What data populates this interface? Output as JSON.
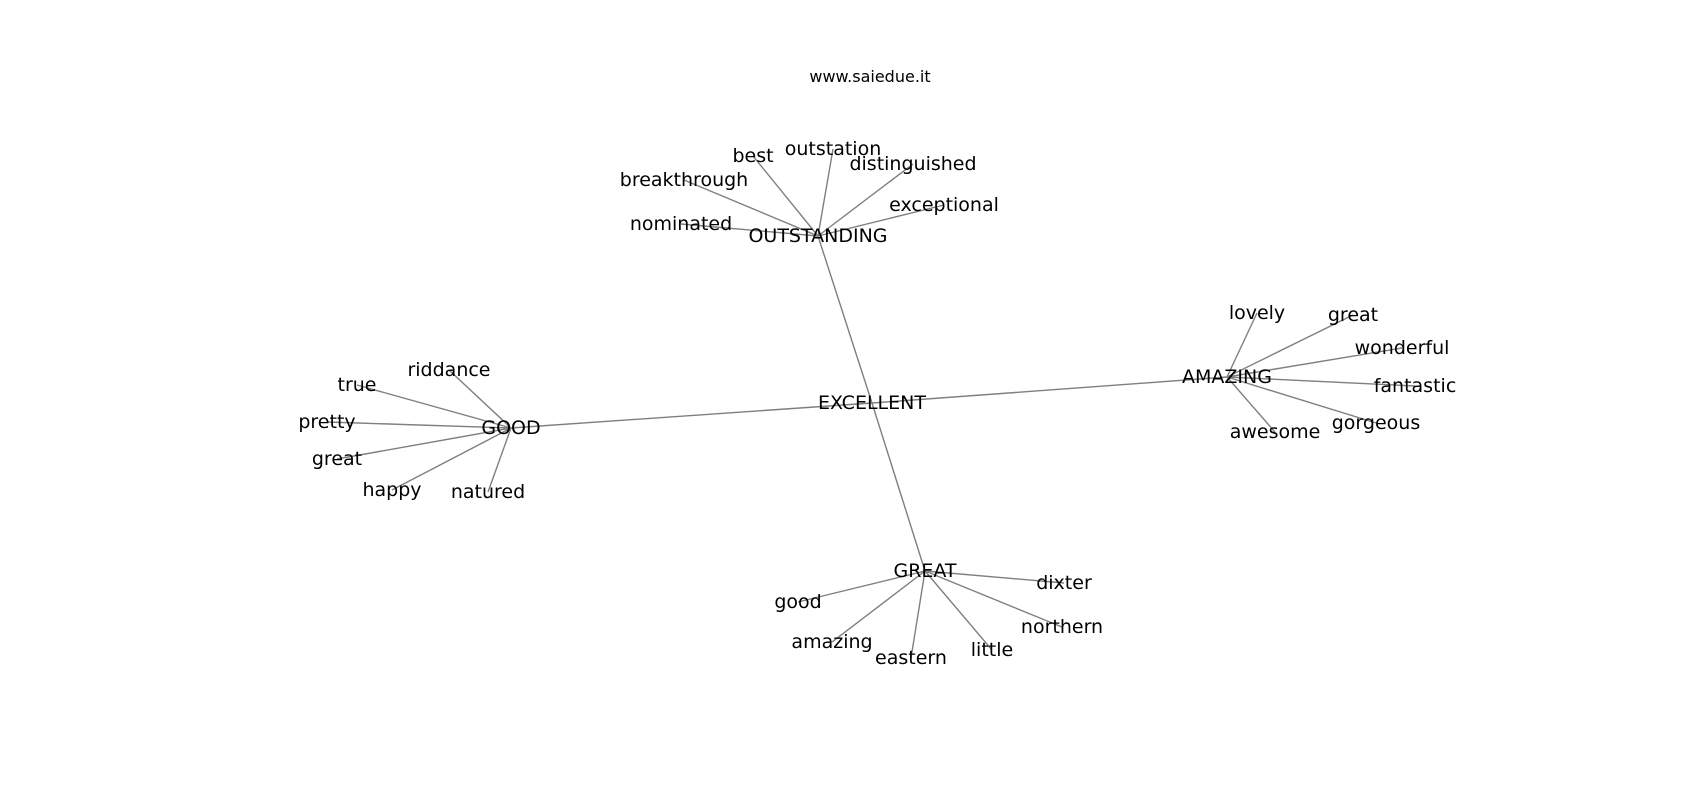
{
  "watermark": "www.saiedue.it",
  "graph": {
    "nodes": [
      {
        "id": "EXCELLENT",
        "label": "EXCELLENT"
      },
      {
        "id": "OUTSTANDING",
        "label": "OUTSTANDING"
      },
      {
        "id": "AMAZING",
        "label": "AMAZING"
      },
      {
        "id": "GOOD",
        "label": "GOOD"
      },
      {
        "id": "GREAT",
        "label": "GREAT"
      },
      {
        "id": "o_best",
        "label": "best"
      },
      {
        "id": "o_outstation",
        "label": "outstation"
      },
      {
        "id": "o_breakthrough",
        "label": "breakthrough"
      },
      {
        "id": "o_distinguished",
        "label": "distinguished"
      },
      {
        "id": "o_exceptional",
        "label": "exceptional"
      },
      {
        "id": "o_nominated",
        "label": "nominated"
      },
      {
        "id": "a_lovely",
        "label": "lovely"
      },
      {
        "id": "a_great",
        "label": "great"
      },
      {
        "id": "a_wonderful",
        "label": "wonderful"
      },
      {
        "id": "a_fantastic",
        "label": "fantastic"
      },
      {
        "id": "a_gorgeous",
        "label": "gorgeous"
      },
      {
        "id": "a_awesome",
        "label": "awesome"
      },
      {
        "id": "g_riddance",
        "label": "riddance"
      },
      {
        "id": "g_true",
        "label": "true"
      },
      {
        "id": "g_pretty",
        "label": "pretty"
      },
      {
        "id": "g_great",
        "label": "great"
      },
      {
        "id": "g_happy",
        "label": "happy"
      },
      {
        "id": "g_natured",
        "label": "natured"
      },
      {
        "id": "r_good",
        "label": "good"
      },
      {
        "id": "r_amazing",
        "label": "amazing"
      },
      {
        "id": "r_eastern",
        "label": "eastern"
      },
      {
        "id": "r_little",
        "label": "little"
      },
      {
        "id": "r_northern",
        "label": "northern"
      },
      {
        "id": "r_dixter",
        "label": "dixter"
      }
    ],
    "edges": [
      [
        "EXCELLENT",
        "OUTSTANDING"
      ],
      [
        "EXCELLENT",
        "AMAZING"
      ],
      [
        "EXCELLENT",
        "GOOD"
      ],
      [
        "EXCELLENT",
        "GREAT"
      ],
      [
        "OUTSTANDING",
        "o_best"
      ],
      [
        "OUTSTANDING",
        "o_outstation"
      ],
      [
        "OUTSTANDING",
        "o_breakthrough"
      ],
      [
        "OUTSTANDING",
        "o_distinguished"
      ],
      [
        "OUTSTANDING",
        "o_exceptional"
      ],
      [
        "OUTSTANDING",
        "o_nominated"
      ],
      [
        "AMAZING",
        "a_lovely"
      ],
      [
        "AMAZING",
        "a_great"
      ],
      [
        "AMAZING",
        "a_wonderful"
      ],
      [
        "AMAZING",
        "a_fantastic"
      ],
      [
        "AMAZING",
        "a_gorgeous"
      ],
      [
        "AMAZING",
        "a_awesome"
      ],
      [
        "GOOD",
        "g_riddance"
      ],
      [
        "GOOD",
        "g_true"
      ],
      [
        "GOOD",
        "g_pretty"
      ],
      [
        "GOOD",
        "g_great"
      ],
      [
        "GOOD",
        "g_happy"
      ],
      [
        "GOOD",
        "g_natured"
      ],
      [
        "GREAT",
        "r_good"
      ],
      [
        "GREAT",
        "r_amazing"
      ],
      [
        "GREAT",
        "r_eastern"
      ],
      [
        "GREAT",
        "r_little"
      ],
      [
        "GREAT",
        "r_northern"
      ],
      [
        "GREAT",
        "r_dixter"
      ]
    ]
  }
}
